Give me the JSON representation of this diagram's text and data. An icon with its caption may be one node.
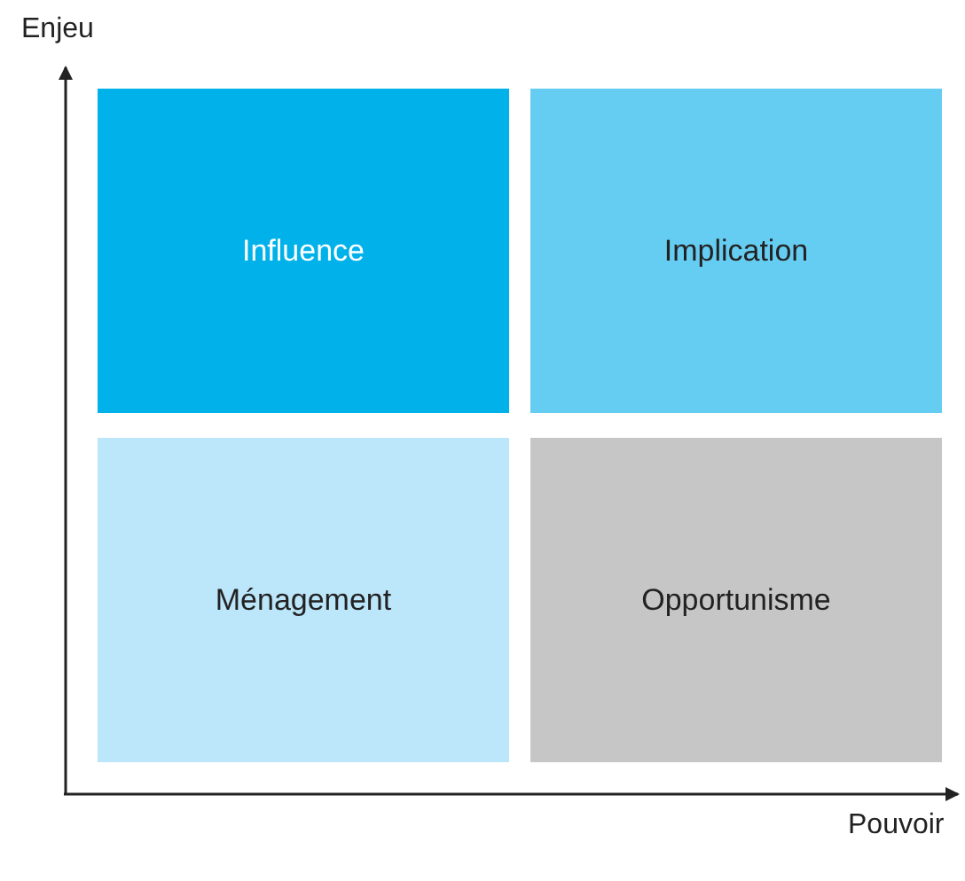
{
  "diagram": {
    "nodes": [
      {
        "text": [
          "Influence"
        ]
      },
      {
        "text": [
          "Implication"
        ]
      },
      {
        "text": [
          "Ménagement"
        ]
      },
      {
        "text": [
          "Opportunisme"
        ]
      }
    ],
    "labels": [
      "Enjeu",
      "Pouvoir"
    ]
  }
}
